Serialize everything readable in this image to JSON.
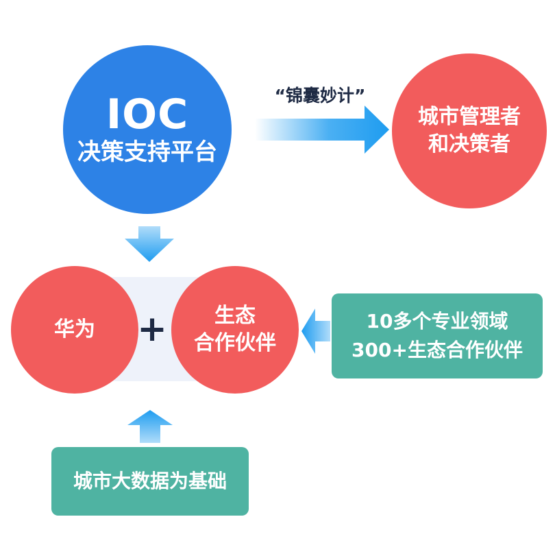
{
  "nodes": {
    "ioc": {
      "title": "IOC",
      "subtitle": "决策支持平台"
    },
    "city_managers": {
      "line1": "城市管理者",
      "line2": "和决策者"
    },
    "huawei": {
      "label": "华为"
    },
    "eco_partners": {
      "line1": "生态",
      "line2": "合作伙伴"
    },
    "domains_box": {
      "line1": "10多个专业领域",
      "line2": "300+生态合作伙伴"
    },
    "bigdata_box": {
      "label": "城市大数据为基础"
    }
  },
  "operator": {
    "plus": "+"
  },
  "edges": {
    "ioc_to_city": {
      "label": "“锦囊妙计”"
    }
  },
  "colors": {
    "blue": "#2d82e6",
    "red": "#f25c5c",
    "green": "#4fb3a2",
    "arrow_blue": "#1e9cf0",
    "band": "#eef2fa",
    "dark_text": "#1e2a44"
  }
}
